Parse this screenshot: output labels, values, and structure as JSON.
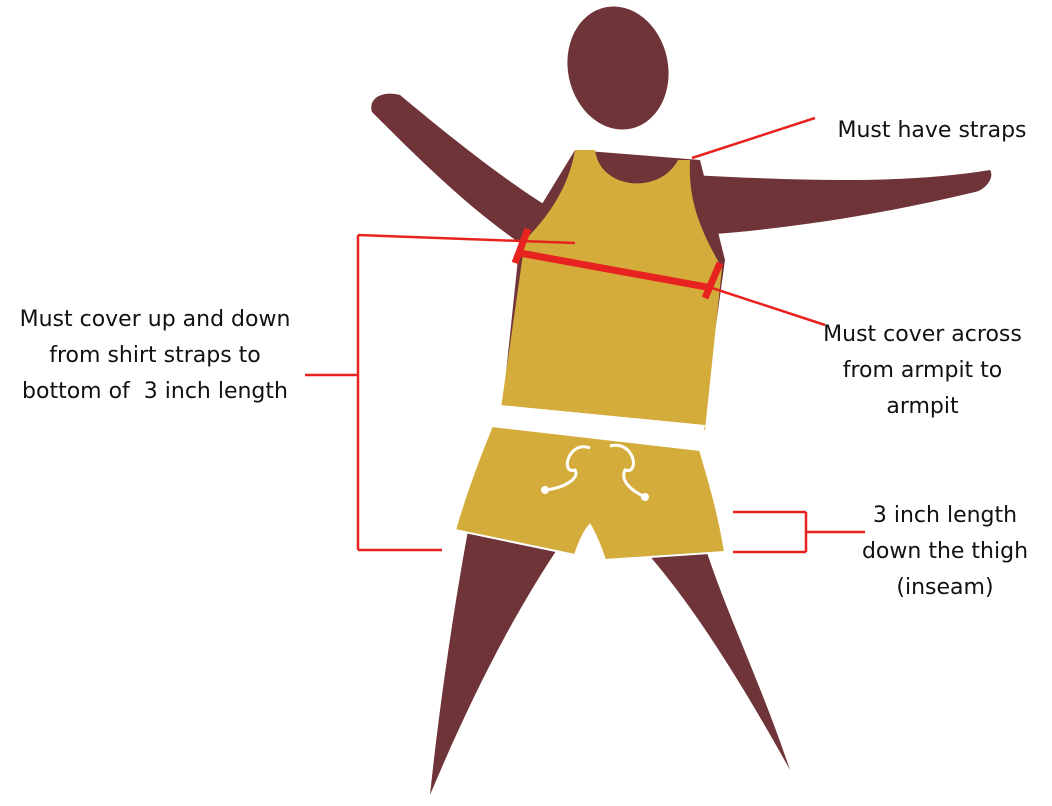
{
  "colors": {
    "skin": "#6f3437",
    "garment": "#d4ac3c",
    "waistband": "#ffffff",
    "annotation": "#e8231f",
    "text": "#111111"
  },
  "annotations": {
    "straps": [
      "Must have straps"
    ],
    "coverage": [
      "Must cover up and down",
      "from shirt straps to",
      "bottom of  3 inch length"
    ],
    "armpit": [
      "Must cover across",
      "from armpit to",
      "armpit"
    ],
    "inseam": [
      "3 inch length",
      "down the thigh",
      "(inseam)"
    ]
  }
}
